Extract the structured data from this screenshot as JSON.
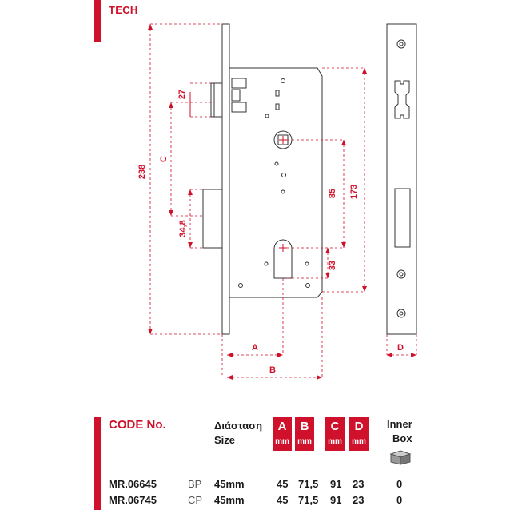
{
  "header": {
    "label": "TECH"
  },
  "drawing": {
    "dimensions": {
      "overall_height": "238",
      "latch_height": "27",
      "c_dim": "C",
      "deadbolt_offset": "34,8",
      "handle_to_cylinder": "85",
      "faceplate_span": "173",
      "cylinder_offset": "33",
      "a_dim": "A",
      "b_dim": "B",
      "d_dim": "D"
    }
  },
  "table": {
    "code_label": "CODE No.",
    "size_label_gr": "Διάσταση",
    "size_label_en": "Size",
    "columns": [
      {
        "letter": "A",
        "unit": "mm"
      },
      {
        "letter": "B",
        "unit": "mm"
      },
      {
        "letter": "C",
        "unit": "mm"
      },
      {
        "letter": "D",
        "unit": "mm"
      }
    ],
    "inner_box_1": "Inner",
    "inner_box_2": "Box",
    "rows": [
      {
        "code": "MR.06645",
        "finish": "BP",
        "size": "45mm",
        "a": "45",
        "b": "71,5",
        "c": "91",
        "d": "23",
        "inner_box": "0"
      },
      {
        "code": "MR.06745",
        "finish": "CP",
        "size": "45mm",
        "a": "45",
        "b": "71,5",
        "c": "91",
        "d": "23",
        "inner_box": "0"
      }
    ]
  },
  "colors": {
    "accent": "#d0112b",
    "line": "#333333"
  }
}
